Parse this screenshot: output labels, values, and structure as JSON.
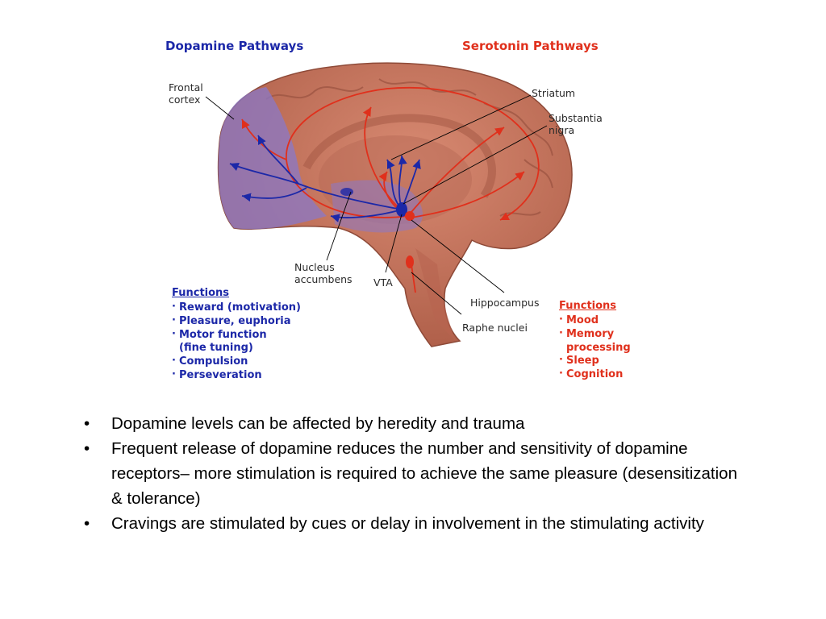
{
  "diagram": {
    "title_left": "Dopamine Pathways",
    "title_right": "Serotonin Pathways",
    "labels": {
      "frontal_cortex": "Frontal\ncortex",
      "striatum": "Striatum",
      "substantia_nigra": "Substantia\nnigra",
      "nucleus_accumbens": "Nucleus\naccumbens",
      "vta": "VTA",
      "hippocampus": "Hippocampus",
      "raphe_nuclei": "Raphe nuclei"
    },
    "dopamine_functions": {
      "heading": "Functions",
      "items": [
        "Reward (motivation)",
        "Pleasure, euphoria",
        "Motor function",
        "(fine tuning)",
        "Compulsion",
        "Perseveration"
      ]
    },
    "serotonin_functions": {
      "heading": "Functions",
      "items": [
        "Mood",
        "Memory",
        "processing",
        "Sleep",
        "Cognition"
      ]
    },
    "colors": {
      "dopamine": "#1c28a8",
      "serotonin": "#e0301c",
      "brain": "#c9765f",
      "dopamine_region": "#8a78c8"
    }
  },
  "bullets": [
    "Dopamine levels can be affected by heredity and trauma",
    "Frequent release of dopamine reduces the number and sensitivity of dopamine receptors– more stimulation is required to achieve the same pleasure (desensitization & tolerance)",
    "Cravings are stimulated by cues or delay in involvement in the stimulating activity"
  ]
}
